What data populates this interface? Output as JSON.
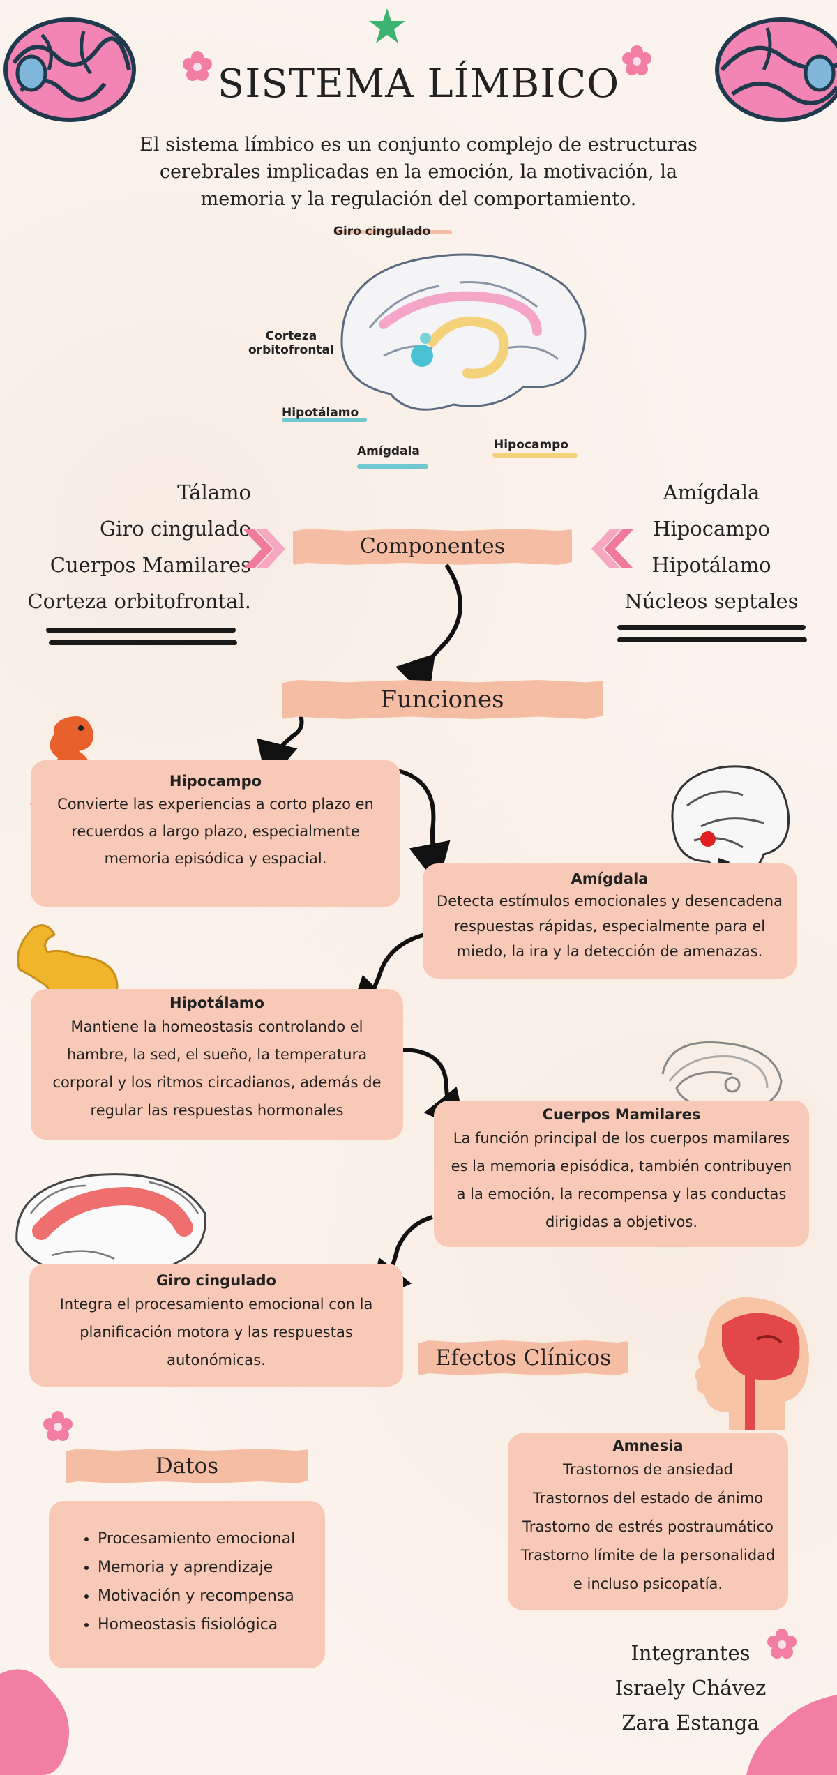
{
  "title": "SISTEMA LÍMBICO",
  "intro": "El sistema límbico es un conjunto complejo de estructuras cerebrales implicadas en la emoción, la motivación, la memoria y la regulación del comportamiento.",
  "diagram_labels": {
    "giro": "Giro cingulado",
    "corteza_line1": "Corteza",
    "corteza_line2": "orbitofrontal",
    "hipotalamo": "Hipotálamo",
    "amigdala": "Amígdala",
    "hipocampo": "Hipocampo"
  },
  "componentes": {
    "label": "Componentes",
    "left": [
      "Tálamo",
      "Giro cingulado",
      "Cuerpos Mamilares",
      "Corteza orbitofrontal."
    ],
    "right": [
      "Amígdala",
      "Hipocampo",
      "Hipotálamo",
      "Núcleos septales"
    ]
  },
  "funciones": {
    "label": "Funciones",
    "cards": [
      {
        "title": "Hipocampo",
        "text": "Convierte las experiencias a corto plazo en recuerdos a largo plazo, especialmente memoria episódica y espacial."
      },
      {
        "title": "Amígdala",
        "text": "Detecta estímulos emocionales y desencadena respuestas rápidas, especialmente para el miedo, la ira y la detección de amenazas."
      },
      {
        "title": "Hipotálamo",
        "text": "Mantiene la homeostasis controlando el hambre, la sed, el sueño, la temperatura corporal y los ritmos circadianos, además de regular las respuestas hormonales"
      },
      {
        "title": "Cuerpos Mamilares",
        "text": "La función principal de los cuerpos mamilares es la memoria episódica, también contribuyen a la emoción, la recompensa y las conductas dirigidas a objetivos."
      },
      {
        "title": "Giro cingulado",
        "text": "Integra el procesamiento emocional con la planificación motora y las respuestas autonómicas."
      }
    ]
  },
  "efectos": {
    "label": "Efectos Clínicos",
    "card_title": "Amnesia",
    "items": [
      "Trastornos de ansiedad",
      "Trastornos del estado de ánimo",
      "Trastorno de estrés postraumático",
      "Trastorno límite de la personalidad",
      "e incluso psicopatía."
    ]
  },
  "datos": {
    "label": "Datos",
    "items": [
      "Procesamiento emocional",
      "Memoria y aprendizaje",
      "Motivación y recompensa",
      "Homeostasis fisiológica"
    ]
  },
  "integrantes": {
    "label": "Integrantes",
    "names": [
      "Israely Chávez",
      "Zara Estanga"
    ]
  },
  "colors": {
    "banner": "#f6bda5",
    "card": "#f8c9b6",
    "background": "#fbf4ee",
    "chevron": "#f07a9a",
    "flower": "#f27ea4"
  }
}
